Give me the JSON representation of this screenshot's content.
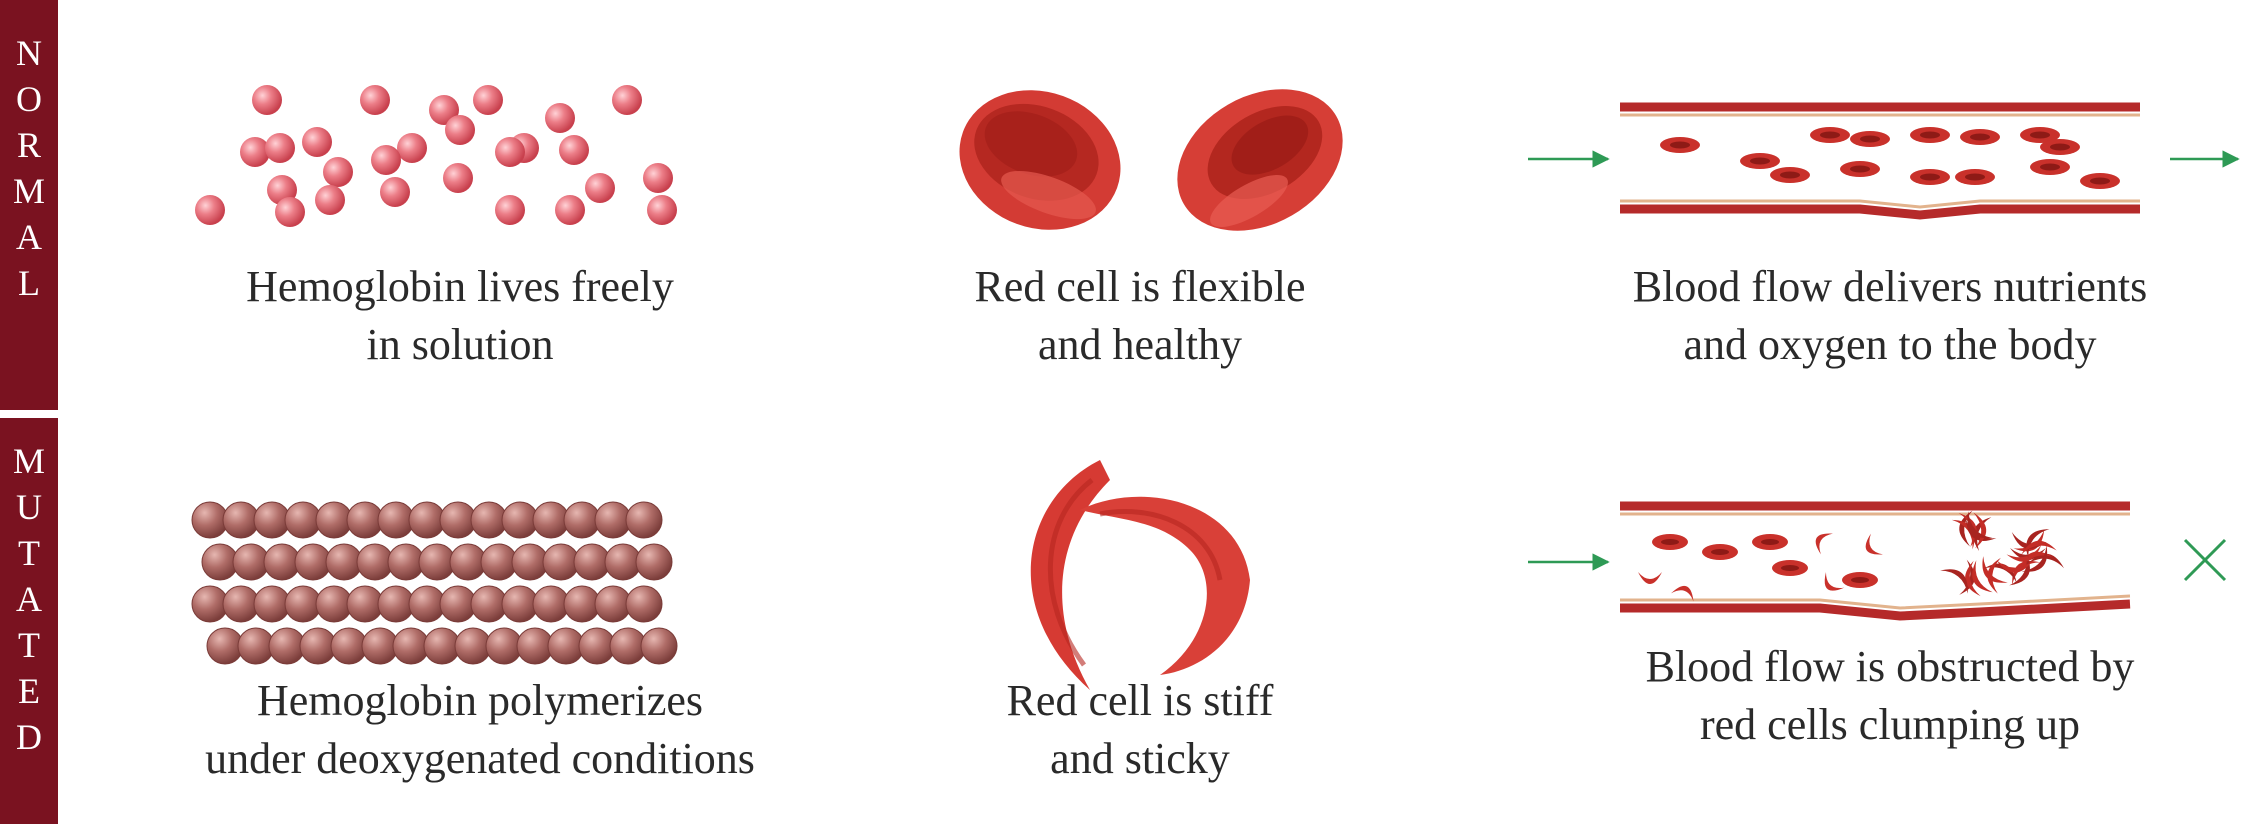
{
  "rows": {
    "normal": {
      "label": "NORMAL"
    },
    "mutated": {
      "label": "MUTATED"
    }
  },
  "captions": {
    "normal_hemoglobin": [
      "Hemoglobin lives freely",
      "in solution"
    ],
    "normal_cell": [
      "Red cell is flexible",
      "and healthy"
    ],
    "normal_flow": [
      "Blood flow delivers nutrients",
      "and oxygen to the body"
    ],
    "mutated_hemoglobin": [
      "Hemoglobin polymerizes",
      "under deoxygenated conditions"
    ],
    "mutated_cell": [
      "Red cell is stiff",
      "and sticky"
    ],
    "mutated_flow": [
      "Blood flow is obstructed by",
      "red cells clumping up"
    ]
  },
  "colors": {
    "band": "#7a1220",
    "cell_red": "#d63a33",
    "cell_dark": "#b02722",
    "vessel": "#b52a2a",
    "hemoglobin_pink": "#e56c78",
    "polymer_brown": "#a86360",
    "arrow_green": "#2e9a55"
  }
}
